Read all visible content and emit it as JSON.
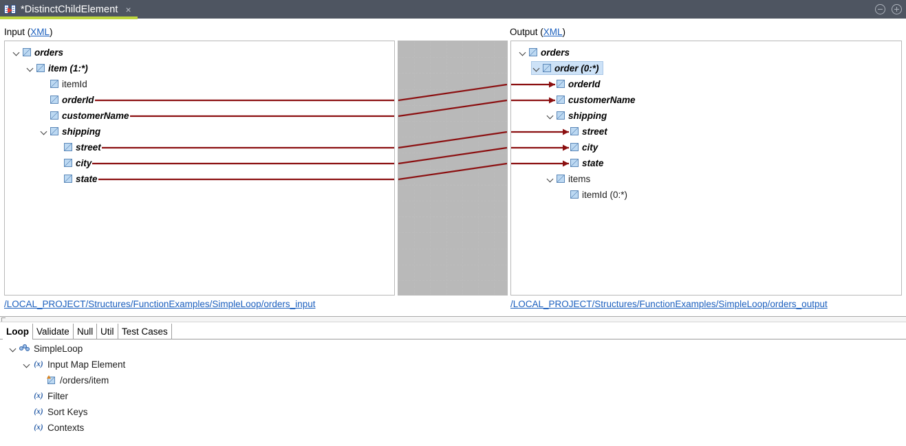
{
  "window": {
    "tab_title": "*DistinctChildElement",
    "tab_icon": "map-transform-icon",
    "close_label": "×",
    "minimize_label": "minimize-icon",
    "maximize_label": "maximize-icon",
    "accent_color": "#bdd63e",
    "titlebar_color": "#4e5561"
  },
  "input_panel": {
    "label_prefix": "Input (",
    "label_link": "XML",
    "label_suffix": ")",
    "path": "/LOCAL_PROJECT/Structures/FunctionExamples/SimpleLoop/orders_input",
    "nodes": [
      {
        "label": "orders",
        "indent": 0,
        "twisty": "expanded",
        "style": "mapped",
        "icon": "xml-element-icon"
      },
      {
        "label": "item (1:*)",
        "indent": 1,
        "twisty": "expanded",
        "style": "mapped",
        "icon": "xml-element-icon"
      },
      {
        "label": "itemId",
        "indent": 2,
        "twisty": "none",
        "style": "plain",
        "icon": "xml-element-icon"
      },
      {
        "label": "orderId",
        "indent": 2,
        "twisty": "none",
        "style": "mapped",
        "icon": "xml-element-icon"
      },
      {
        "label": "customerName",
        "indent": 2,
        "twisty": "none",
        "style": "mapped",
        "icon": "xml-element-icon"
      },
      {
        "label": "shipping",
        "indent": 2,
        "twisty": "expanded",
        "style": "mapped",
        "icon": "xml-element-icon"
      },
      {
        "label": "street",
        "indent": 3,
        "twisty": "none",
        "style": "mapped",
        "icon": "xml-element-icon"
      },
      {
        "label": "city",
        "indent": 3,
        "twisty": "none",
        "style": "mapped",
        "icon": "xml-element-icon"
      },
      {
        "label": "state",
        "indent": 3,
        "twisty": "none",
        "style": "mapped",
        "icon": "xml-element-icon"
      }
    ]
  },
  "output_panel": {
    "label_prefix": "Output (",
    "label_link": "XML",
    "label_suffix": ")",
    "path": "/LOCAL_PROJECT/Structures/FunctionExamples/SimpleLoop/orders_output",
    "selected_node": "order (0:*)",
    "nodes": [
      {
        "label": "orders",
        "indent": 0,
        "twisty": "expanded",
        "style": "mapped",
        "icon": "xml-element-icon",
        "selected": false,
        "arrow": false
      },
      {
        "label": "order (0:*)",
        "indent": 1,
        "twisty": "expanded",
        "style": "mapped",
        "icon": "xml-element-icon",
        "selected": true,
        "arrow": false
      },
      {
        "label": "orderId",
        "indent": 2,
        "twisty": "none",
        "style": "mapped",
        "icon": "xml-element-icon",
        "selected": false,
        "arrow": true
      },
      {
        "label": "customerName",
        "indent": 2,
        "twisty": "none",
        "style": "mapped",
        "icon": "xml-element-icon",
        "selected": false,
        "arrow": true
      },
      {
        "label": "shipping",
        "indent": 2,
        "twisty": "expanded",
        "style": "mapped",
        "icon": "xml-element-icon",
        "selected": false,
        "arrow": false
      },
      {
        "label": "street",
        "indent": 3,
        "twisty": "none",
        "style": "mapped",
        "icon": "xml-element-icon",
        "selected": false,
        "arrow": true
      },
      {
        "label": "city",
        "indent": 3,
        "twisty": "none",
        "style": "mapped",
        "icon": "xml-element-icon",
        "selected": false,
        "arrow": true
      },
      {
        "label": "state",
        "indent": 3,
        "twisty": "none",
        "style": "mapped",
        "icon": "xml-element-icon",
        "selected": false,
        "arrow": true
      },
      {
        "label": "items",
        "indent": 2,
        "twisty": "expanded",
        "style": "plain",
        "icon": "xml-element-icon",
        "selected": false,
        "arrow": false
      },
      {
        "label": "itemId (0:*)",
        "indent": 3,
        "twisty": "none",
        "style": "plain",
        "icon": "xml-element-icon",
        "selected": false,
        "arrow": false
      }
    ]
  },
  "canvas": {
    "line_color": "#8b0f10",
    "grid_color": "#bcbcbc",
    "mappings": [
      {
        "source": "orderId",
        "target": "orderId"
      },
      {
        "source": "customerName",
        "target": "customerName"
      },
      {
        "source": "street",
        "target": "street"
      },
      {
        "source": "city",
        "target": "city"
      },
      {
        "source": "state",
        "target": "state"
      }
    ]
  },
  "bottom_panel": {
    "tabs": [
      {
        "label": "Loop",
        "active": true
      },
      {
        "label": "Validate",
        "active": false
      },
      {
        "label": "Null",
        "active": false
      },
      {
        "label": "Util",
        "active": false
      },
      {
        "label": "Test Cases",
        "active": false
      }
    ],
    "tree": [
      {
        "label": "SimpleLoop",
        "indent": 0,
        "twisty": "expanded",
        "icon": "loop-function-icon"
      },
      {
        "label": "Input Map Element",
        "indent": 1,
        "twisty": "expanded",
        "icon": "fx-icon"
      },
      {
        "label": "/orders/item",
        "indent": 2,
        "twisty": "none",
        "icon": "element-reference-icon"
      },
      {
        "label": "Filter",
        "indent": 1,
        "twisty": "none",
        "icon": "fx-icon"
      },
      {
        "label": "Sort Keys",
        "indent": 1,
        "twisty": "none",
        "icon": "fx-icon"
      },
      {
        "label": "Contexts",
        "indent": 1,
        "twisty": "none",
        "icon": "fx-icon"
      }
    ],
    "fx_glyph": "(x)"
  }
}
